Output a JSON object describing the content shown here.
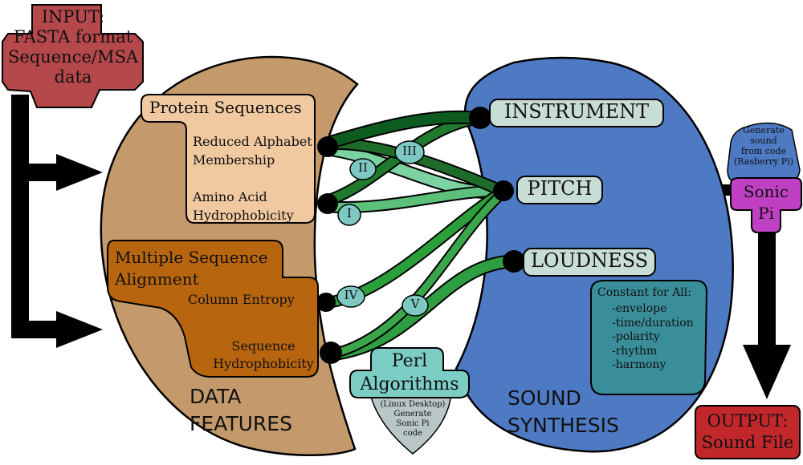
{
  "colors": {
    "input_box": "#b5484b",
    "output_box": "#c2282b",
    "data_features": "#c49a6c",
    "protein_box": "#f0c9a0",
    "msa_box": "#b8650f",
    "sound_synthesis": "#4e7ac4",
    "param_box": "#c8ddd6",
    "constant_box": "#3a8e99",
    "perl_box": "#7ccdc4",
    "linux_box": "#b8c6c8",
    "sonic_pi_box": "#c040c4",
    "rasberry_box": "#4e7ac4",
    "conn_dark": "#0e5b1f",
    "conn_mid": "#2a9f3a",
    "conn_light": "#7dd2a2",
    "roman_bubble": "#7ec8c4",
    "arrow": "#000000"
  },
  "input": {
    "lines": [
      "INPUT:",
      "FASTA format",
      "Sequence/MSA",
      "data"
    ]
  },
  "output": {
    "lines": [
      "OUTPUT:",
      "Sound File"
    ]
  },
  "data_features": {
    "title_lines": [
      "DATA",
      "FEATURES"
    ],
    "protein": {
      "title": "Protein Sequences",
      "features": [
        {
          "lines": [
            "Reduced Alphabet",
            "Membership"
          ]
        },
        {
          "lines": [
            "Amino Acid",
            "Hydrophobicity"
          ]
        }
      ]
    },
    "msa": {
      "title_lines": [
        "Multiple Sequence",
        "Alignment"
      ],
      "features": [
        {
          "lines": [
            "Column Entropy"
          ]
        },
        {
          "lines": [
            "Sequence",
            "Hydrophobicity"
          ]
        }
      ]
    }
  },
  "sound_synthesis": {
    "title_lines": [
      "SOUND",
      "SYNTHESIS"
    ],
    "parameters": [
      "INSTRUMENT",
      "PITCH",
      "LOUDNESS"
    ],
    "constant": {
      "title": "Constant for All:",
      "items": [
        "-envelope",
        "-time/duration",
        "-polarity",
        "-rhythm",
        "-harmony"
      ]
    }
  },
  "connectors": [
    "I",
    "II",
    "III",
    "IV",
    "V"
  ],
  "perl": {
    "title_lines": [
      "Perl",
      "Algorithms"
    ],
    "sub_lines": [
      "(Linux Desktop)",
      "Generate",
      "Sonic Pi",
      "code"
    ]
  },
  "sonic_pi": {
    "title_lines": [
      "Sonic",
      "Pi"
    ],
    "sub_lines": [
      "Generate",
      "sound",
      "from code",
      "(Rasberry Pi)"
    ]
  }
}
